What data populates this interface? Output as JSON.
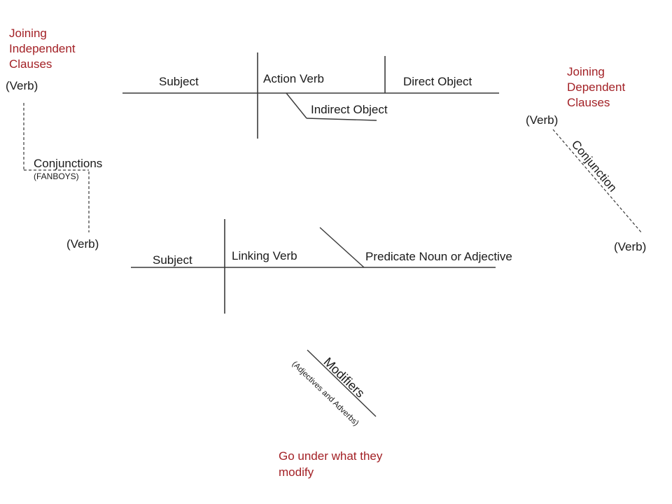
{
  "colors": {
    "accent_red": "#a32126",
    "text_black": "#1a1a1a",
    "line": "#3a3a3a"
  },
  "notes": {
    "joining_independent": "Joining\nIndependent\nClauses",
    "joining_dependent": "Joining\nDependent\nClauses",
    "go_under": "Go under what they\nmodify"
  },
  "action_verb_diagram": {
    "subject": "Subject",
    "verb": "Action Verb",
    "direct_object": "Direct Object",
    "indirect_object": "Indirect Object"
  },
  "linking_verb_diagram": {
    "subject": "Subject",
    "verb": "Linking Verb",
    "predicate": "Predicate Noun or Adjective"
  },
  "independent_clauses": {
    "verb_top": "(Verb)",
    "verb_bottom": "(Verb)",
    "label": "Conjunctions",
    "sublabel": "(FANBOYS)"
  },
  "dependent_clauses": {
    "verb_top": "(Verb)",
    "verb_bottom": "(Verb)",
    "label": "Conjunction"
  },
  "modifiers": {
    "label": "Modifiers",
    "sublabel": "(Adjectives and Adverbs)"
  }
}
